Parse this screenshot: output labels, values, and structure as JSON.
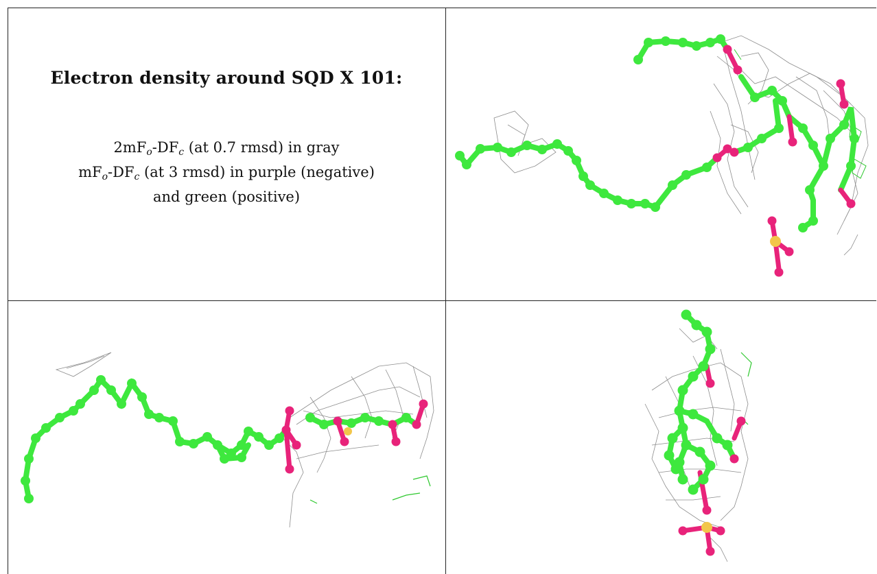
{
  "legend": {
    "title": "Electron density around SQD X 101:",
    "line1": {
      "prefix": "2mF",
      "sub_o": "o",
      "middle": "-DF",
      "sub_c": "c",
      "suffix": " (at 0.7 rmsd) in gray"
    },
    "line2": {
      "prefix": "mF",
      "sub_o": "o",
      "middle": "-DF",
      "sub_c": "c",
      "suffix": " (at 3 rmsd) in purple (negative)"
    },
    "line3": "and green (positive)"
  },
  "colors": {
    "carbon": "#3ee83e",
    "oxygen": "#e8237a",
    "sulfur": "#f2c64a",
    "mesh_gray": "#8c8c8c",
    "mesh_green": "#2ec82e",
    "grid": "#222222"
  },
  "panels": [
    {
      "name": "view-top-right",
      "icon": "molecule-view-1-icon"
    },
    {
      "name": "view-bottom-left",
      "icon": "molecule-view-2-icon"
    },
    {
      "name": "view-bottom-right",
      "icon": "molecule-view-3-icon"
    }
  ]
}
